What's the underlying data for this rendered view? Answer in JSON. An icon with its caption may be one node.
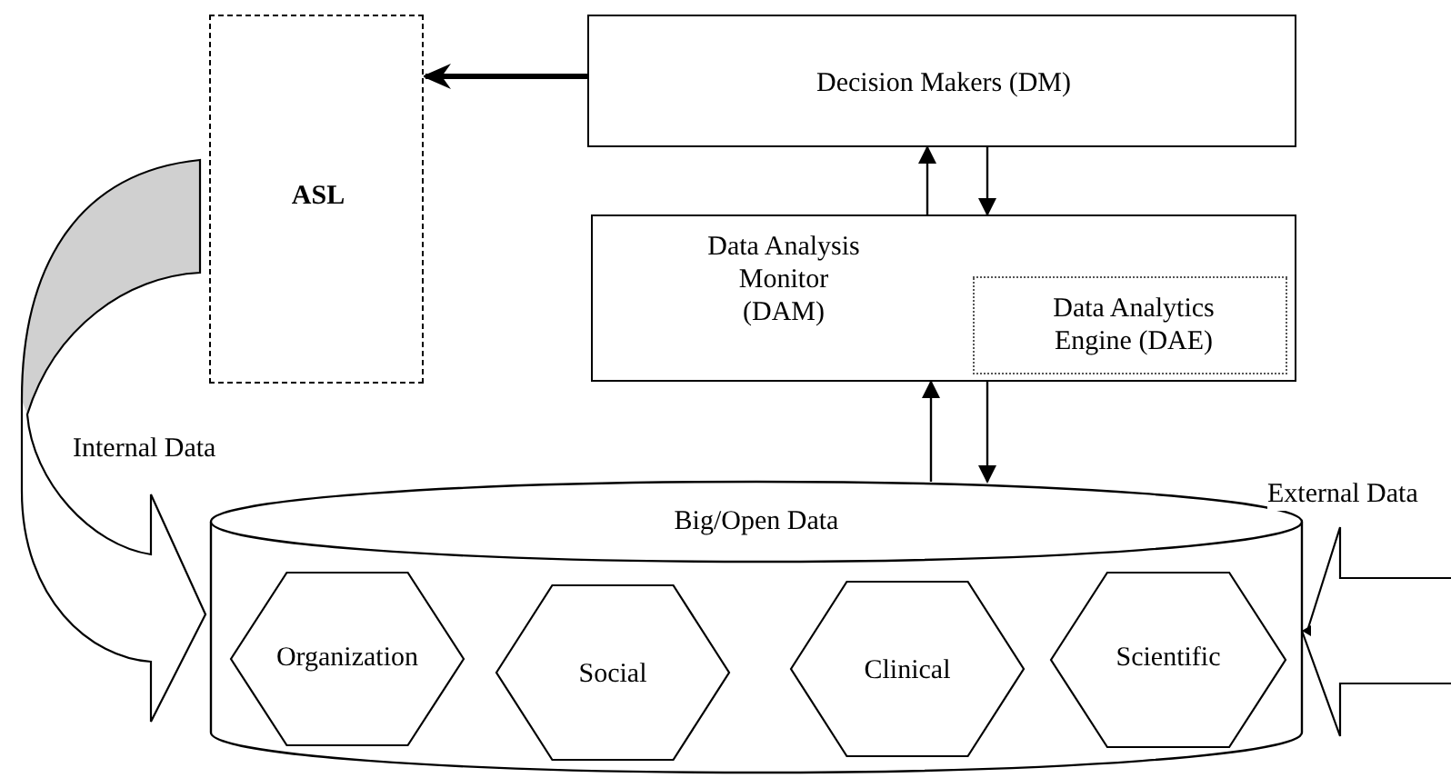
{
  "diagram": {
    "nodes": [
      {
        "text": [
          "ASL"
        ]
      },
      {
        "text": [
          "Decision Makers (DM)"
        ]
      },
      {
        "text": [
          "Data Analysis Monitor (DAM)"
        ]
      },
      {
        "text": [
          "Data Analytics Engine (DAE)"
        ],
        "in": 2
      },
      {
        "text": [
          "Big/Open Data"
        ]
      },
      {
        "text": [
          "Organization"
        ],
        "in": 4
      },
      {
        "text": [
          "Social"
        ],
        "in": 4
      },
      {
        "text": [
          "Clinical"
        ],
        "in": 4
      },
      {
        "text": [
          "Scientific"
        ],
        "in": 4
      }
    ],
    "edges": [
      {
        "from": 1,
        "to": 0,
        "arrow": "to",
        "style": "thick"
      },
      {
        "from": 2,
        "to": 1,
        "arrow": "to"
      },
      {
        "from": 1,
        "to": 2,
        "arrow": "to"
      },
      {
        "from": 4,
        "to": 2,
        "arrow": "to"
      },
      {
        "from": 2,
        "to": 4,
        "arrow": "to"
      },
      {
        "from": 0,
        "to": 4,
        "arrow": "to",
        "label": "Internal Data"
      },
      {
        "from": null,
        "to": 4,
        "arrow": "to",
        "label": "External Data"
      }
    ]
  }
}
